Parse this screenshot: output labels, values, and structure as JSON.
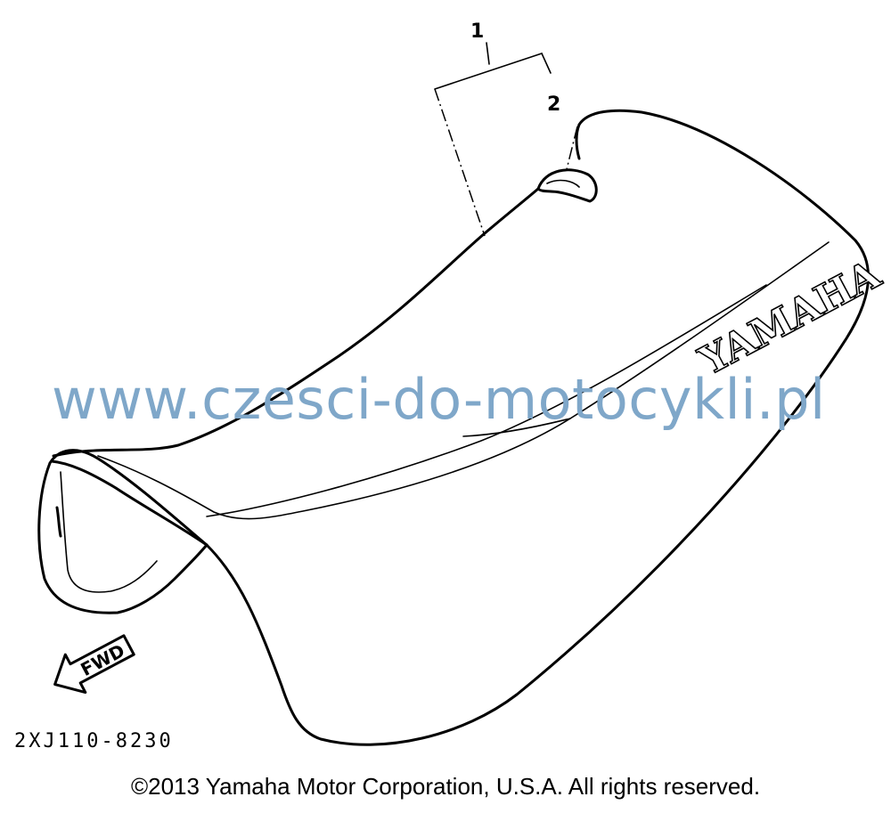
{
  "callouts": {
    "part_1": "1",
    "part_2": "2"
  },
  "seat_logo": "YAMAHA",
  "fwd_label": "FWD",
  "watermark": "www.czesci-do-motocykli.pl",
  "diagram_code": "2XJ110-8230",
  "copyright": "©2013 Yamaha Motor Corporation, U.S.A. All rights reserved.",
  "colors": {
    "line": "#000000",
    "watermark": "#7fa7c9",
    "background": "#ffffff"
  }
}
